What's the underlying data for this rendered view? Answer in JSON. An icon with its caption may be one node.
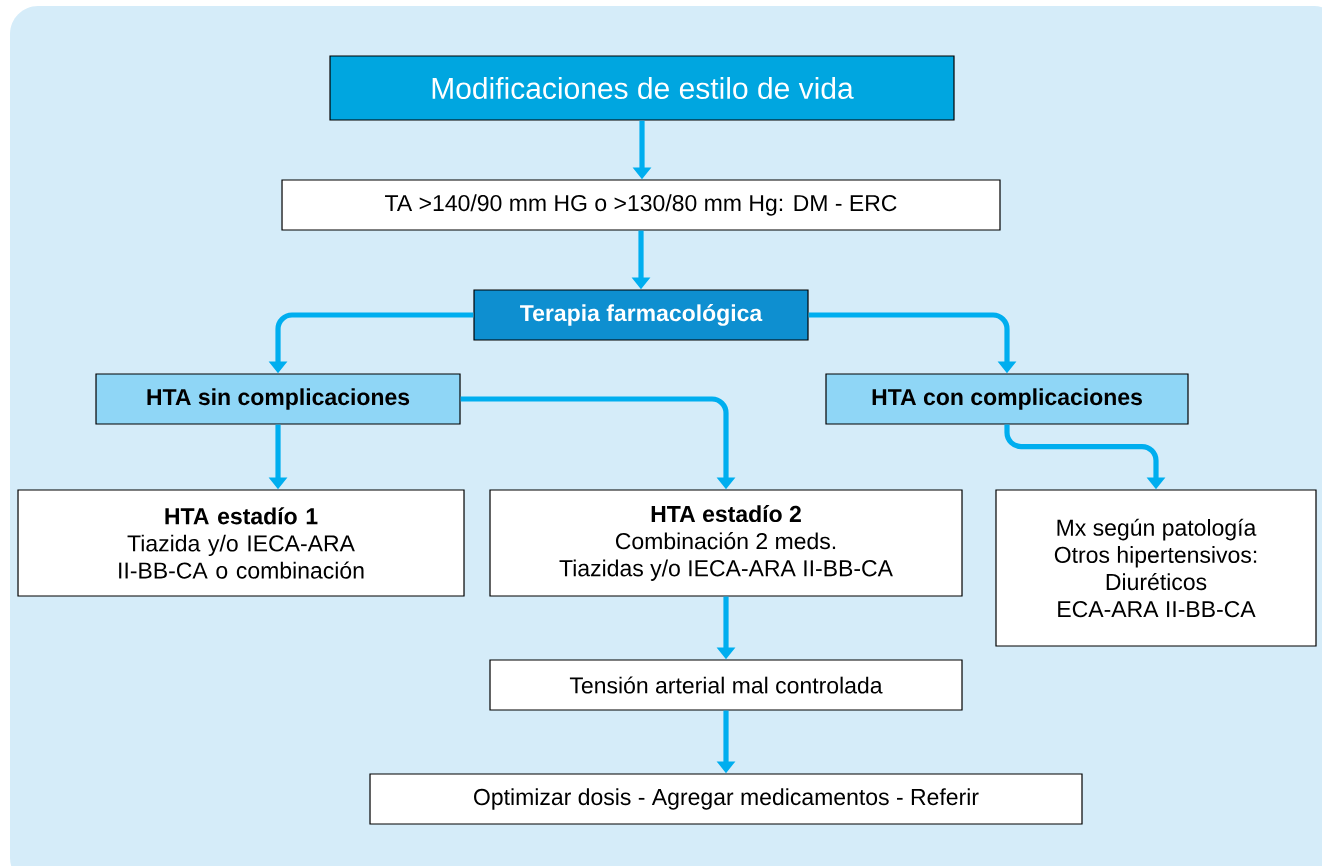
{
  "diagram": {
    "nodes": [
      {
        "text": [
          "Modificaciones de estilo de vida"
        ]
      },
      {
        "text": [
          "TA >140/90 mm HG o >130/80 mm Hg: DM - ERC"
        ]
      },
      {
        "text": [
          "Terapia farmacológica"
        ]
      },
      {
        "text": [
          "HTA sin complicaciones"
        ]
      },
      {
        "text": [
          "HTA con complicaciones"
        ]
      },
      {
        "text": [
          "HTA estadío 1",
          "Tiazida y/o IECA-ARA II-BB-CA o combinación"
        ]
      },
      {
        "text": [
          "HTA estadío 2",
          "Combinación 2 meds.",
          "Tiazidas y/o IECA-ARA II-BB-CA"
        ]
      },
      {
        "text": [
          "Mx según patología",
          "Otros hipertensivos:",
          "Diuréticos",
          "ECA-ARA II-BB-CA"
        ]
      },
      {
        "text": [
          "Tensión arterial mal controlada"
        ]
      },
      {
        "text": [
          "Optimizar dosis - Agregar medicamentos - Referir"
        ]
      }
    ],
    "edges": [
      {
        "from": 0,
        "to": 1,
        "arrow": "to"
      },
      {
        "from": 1,
        "to": 2,
        "arrow": "to"
      },
      {
        "from": 2,
        "to": 3,
        "arrow": "to"
      },
      {
        "from": 2,
        "to": 4,
        "arrow": "to"
      },
      {
        "from": 3,
        "to": 5,
        "arrow": "to"
      },
      {
        "from": 3,
        "to": 6,
        "arrow": "to"
      },
      {
        "from": 4,
        "to": 7,
        "arrow": "to"
      },
      {
        "from": 6,
        "to": 8,
        "arrow": "to"
      },
      {
        "from": 8,
        "to": 9,
        "arrow": "to"
      }
    ]
  }
}
